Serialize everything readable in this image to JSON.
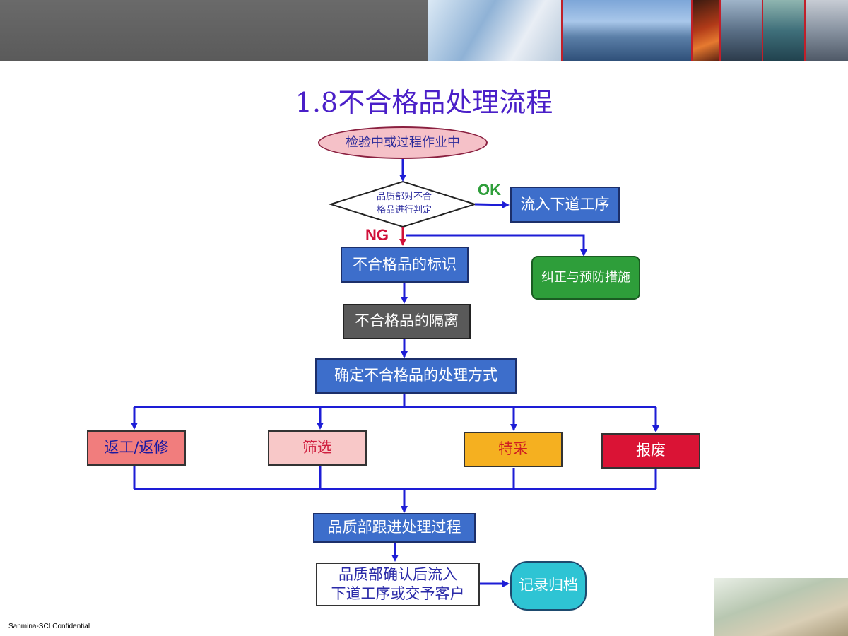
{
  "title": "1.8不合格品处理流程",
  "nodes": {
    "start": "检验中或过程作业中",
    "decision_line1": "品质部对不合",
    "decision_line2": "格品进行判定",
    "next_process": "流入下道工序",
    "corrective": "纠正与预防措施",
    "identify": "不合格品的标识",
    "isolate": "不合格品的隔离",
    "determine": "确定不合格品的处理方式",
    "rework": "返工/返修",
    "screen": "筛选",
    "special": "特采",
    "scrap": "报废",
    "follow_up": "品质部跟进处理过程",
    "release_line1": "品质部确认后流入",
    "release_line2": "下道工序或交予客户",
    "record": "记录归档"
  },
  "labels": {
    "ok": "OK",
    "ng": "NG"
  },
  "footer": "Sanmina-SCI Confidential",
  "colors": {
    "title": "#4a1fc8",
    "connector": "#1d1dd6",
    "ng_connector": "#d0103a",
    "process_box": "#3d6ecb",
    "isolate_box": "#595959",
    "corrective_box": "#2e9e3a",
    "rework_box": "#f17d7d",
    "screen_box": "#f8c8c8",
    "special_box": "#f5b020",
    "scrap_box": "#da1335",
    "record_box": "#2ec4d4",
    "start_ellipse": "#f5c1c8"
  }
}
